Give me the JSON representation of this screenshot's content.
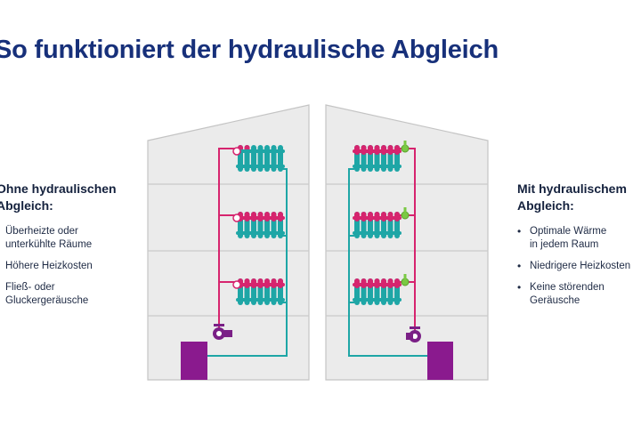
{
  "title": "So funktioniert der hydraulische Abgleich",
  "left_panel": {
    "heading_line1": "Ohne hydraulischen",
    "heading_line2": "Abgleich:",
    "items": [
      {
        "line1": "Überheizte oder",
        "line2": "unterkühlte Räume"
      },
      {
        "line1": "Höhere Heizkosten",
        "line2": ""
      },
      {
        "line1": "Fließ- oder",
        "line2": "Gluckergeräusche"
      }
    ]
  },
  "right_panel": {
    "heading_line1": "Mit hydraulischem",
    "heading_line2": "Abgleich:",
    "items": [
      {
        "line1": "Optimale Wärme",
        "line2": "in jedem Raum"
      },
      {
        "line1": "Niedrigere Heizkosten",
        "line2": ""
      },
      {
        "line1": "Keine störenden",
        "line2": "Geräusche"
      }
    ]
  },
  "colors": {
    "title": "#17307a",
    "house_fill": "#ebebeb",
    "house_stroke": "#bdbdbd",
    "supply_pipe": "#d6246e",
    "return_pipe": "#1ea6a6",
    "boiler": "#8a1a8e",
    "pump": "#7a1f86",
    "valve_ok": "#7ac943",
    "radiator_hot": "#d6246e",
    "radiator_cool": "#1ea6a6"
  },
  "icons": {
    "boiler": "boiler-icon",
    "pump": "pump-icon",
    "radiator": "radiator-icon",
    "valve": "thermostatic-valve-icon"
  }
}
